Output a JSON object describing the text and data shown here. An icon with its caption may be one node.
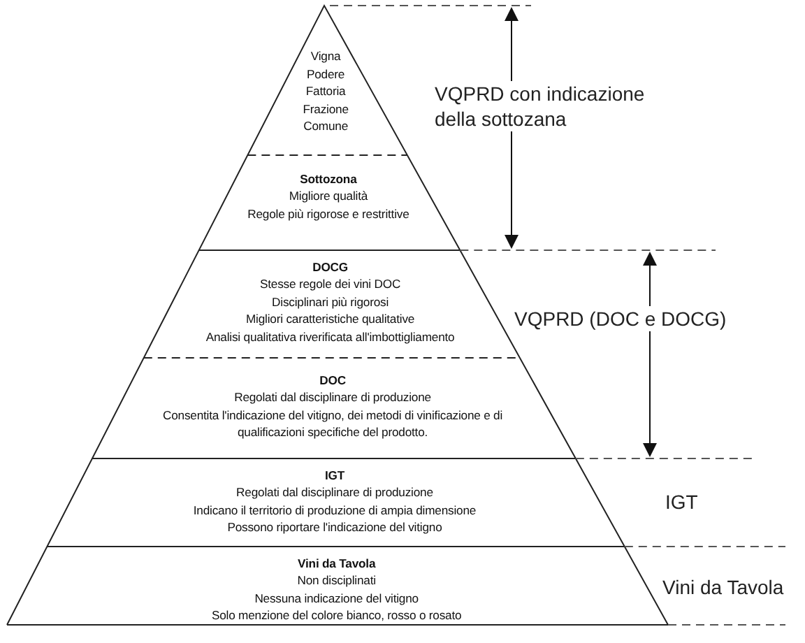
{
  "diagram": {
    "nodes": [
      {
        "text": [
          "Vigna",
          "Podere",
          "Fattoria",
          "Frazione",
          "Comune"
        ]
      },
      {
        "text": [
          "Sottozona",
          "Migliore qualità",
          "Regole più rigorose e restrittive"
        ]
      },
      {
        "text": [
          "DOCG",
          "Stesse regole dei vini DOC",
          "Disciplinari più rigorosi",
          "Migliori caratteristiche qualitative",
          "Analisi qualitativa riverificata all'imbottigliamento"
        ]
      },
      {
        "text": [
          "DOC",
          "Regolati dal disciplinare di produzione",
          "Consentita l'indicazione del vitigno, dei metodi di vinificazione e di qualificazioni specifiche del prodotto."
        ]
      },
      {
        "text": [
          "IGT",
          "Regolati dal disciplinare di produzione",
          "Indicano il territorio di produzione di ampia dimensione",
          "Possono riportare l'indicazione del vitigno"
        ]
      },
      {
        "text": [
          "Vini da Tavola",
          "Non disciplinati",
          "Nessuna indicazione del vitigno",
          "Solo menzione del colore bianco, rosso o rosato"
        ]
      }
    ],
    "edges": [],
    "labels": [
      "VQPRD con indicazione della sottozana",
      "VQPRD (DOC e DOCG)",
      "IGT",
      "Vini da Tavola"
    ]
  }
}
